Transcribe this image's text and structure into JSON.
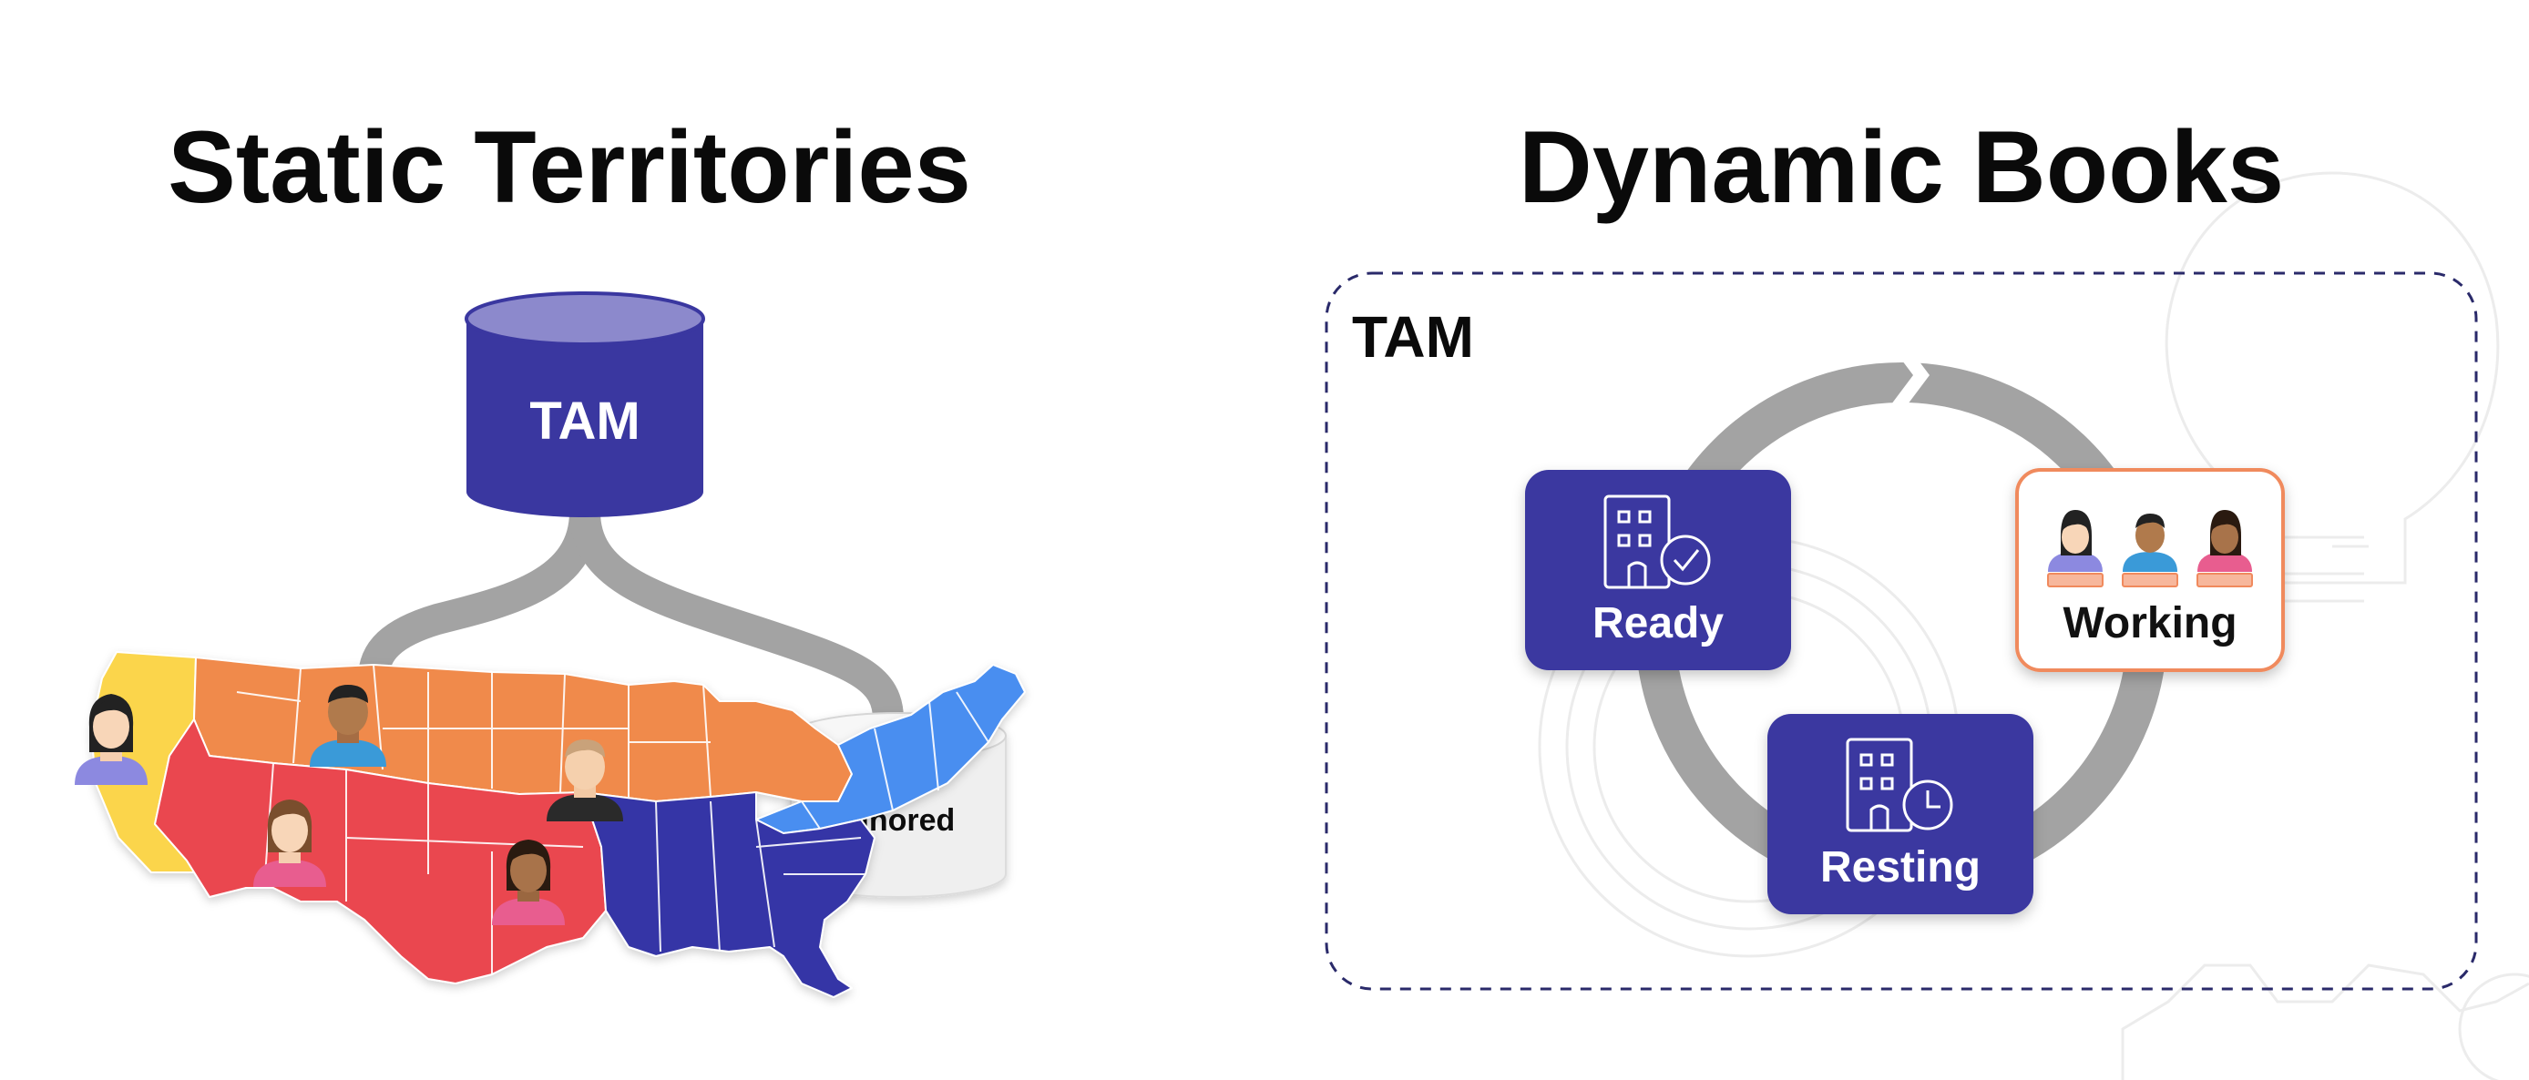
{
  "left": {
    "title": "Static Territories",
    "tam_label": "TAM",
    "ignored_label": "Ignored"
  },
  "right": {
    "title": "Dynamic Books",
    "tam_label": "TAM",
    "stages": {
      "ready": "Ready",
      "working": "Working",
      "resting": "Resting"
    }
  },
  "colors": {
    "indigo": "#3a37a0",
    "indigo_light": "#8c89cc",
    "pipe_gray": "#a3a3a3",
    "west": "#fbd54b",
    "mountain": "#f08a4b",
    "south_west": "#ea4650",
    "northeast": "#4a8ef0",
    "southeast": "#3636a6",
    "working_border": "#f08a5d"
  },
  "icons": {
    "ready": "building-check-icon",
    "resting": "building-clock-icon",
    "working": "team-icon",
    "decor": "lightbulb-icon"
  }
}
